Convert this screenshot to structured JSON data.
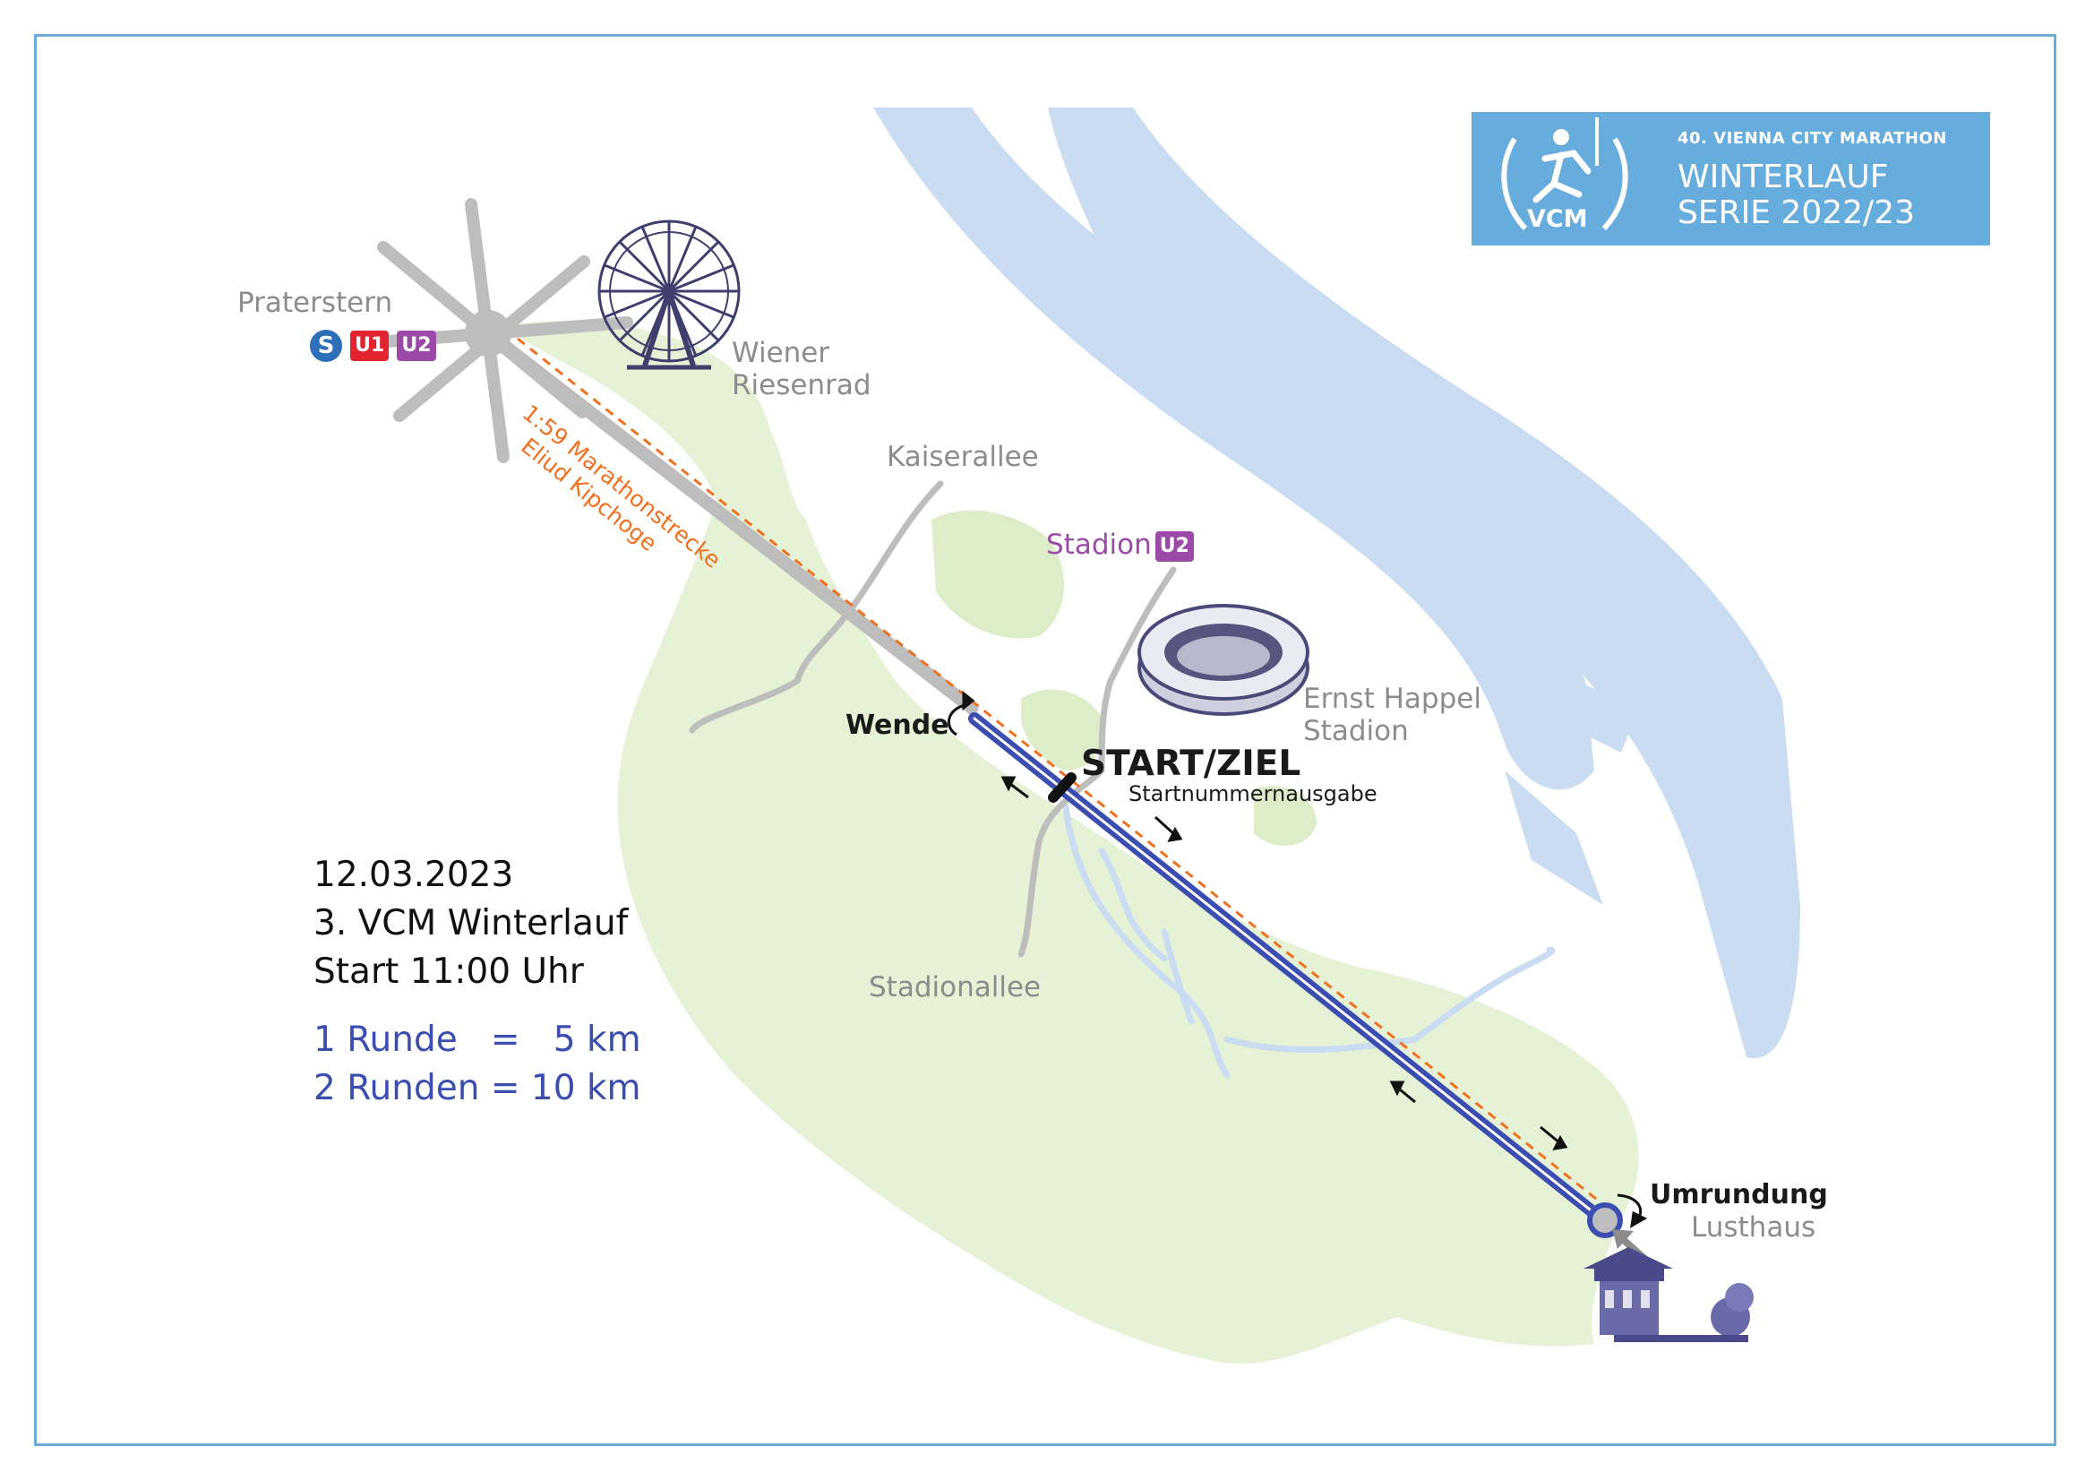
{
  "places": {
    "praterstern": "Praterstern",
    "riesenrad_1": "Wiener",
    "riesenrad_2": "Riesenrad",
    "kaiserallee": "Kaiserallee",
    "stadion": "Stadion",
    "ernst_happel_1": "Ernst Happel",
    "ernst_happel_2": "Stadion",
    "stadionallee": "Stadionallee",
    "lusthaus": "Lusthaus"
  },
  "transit": {
    "s_bahn": "S",
    "u1": "U1",
    "u2": "U2"
  },
  "colors": {
    "u1": "#e3232f",
    "u2": "#9c4aa8",
    "s_bahn": "#2d6fb8",
    "route": "#3c4db0",
    "marathon": "#f07020",
    "park": "#e6f2d6",
    "water": "#c9dcf2",
    "road": "#bdbdbd",
    "logo": "#66acdc"
  },
  "course": {
    "wende": "Wende",
    "start_ziel": "START/ZIEL",
    "startnummernausgabe": "Startnummernausgabe",
    "umrundung": "Umrundung"
  },
  "marathon_route": {
    "line1": "1:59 Marathonstrecke",
    "line2": "Eliud Kipchoge"
  },
  "logo": {
    "line1": "40. VIENNA CITY MARATHON",
    "line2": "WINTERLAUF",
    "line3": "SERIE 2022/23",
    "mark": "VCM"
  },
  "event": {
    "date": "12.03.2023",
    "name": "3. VCM Winterlauf",
    "start": "Start 11:00 Uhr",
    "laps_1": "1 Runde   =   5 km",
    "laps_2": "2 Runden = 10 km"
  },
  "icons": [
    "ferris-wheel-icon",
    "stadium-icon",
    "lusthaus-icon",
    "laurel-runner-icon",
    "direction-arrow-icon"
  ]
}
